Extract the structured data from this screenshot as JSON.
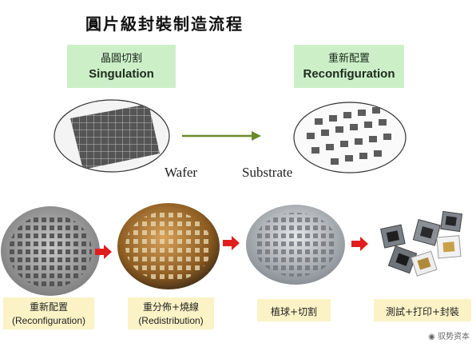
{
  "title": "圓片級封裝制造流程",
  "top_left_box": {
    "cn": "晶圓切割",
    "en": "Singulation"
  },
  "top_right_box": {
    "cn": "重新配置",
    "en": "Reconfiguration"
  },
  "wafer_label": "Wafer",
  "substrate_label": "Substrate",
  "steps": [
    {
      "cn": "重新配置",
      "en": "(Reconfiguration)"
    },
    {
      "cn": "重分佈+燒線",
      "en": "(Redistribution)"
    },
    {
      "cn": "植球+切割",
      "en": ""
    },
    {
      "cn": "測試+打印+封裝",
      "en": ""
    }
  ],
  "watermark": "驭势资本",
  "colors": {
    "green_box": "#ccefc8",
    "step_box": "#fbf3c6",
    "arrow_green": "#6b8a2a",
    "arrow_red": "#e01e1e"
  }
}
